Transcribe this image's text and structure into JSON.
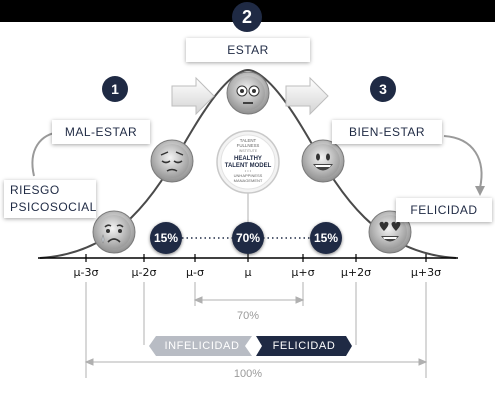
{
  "top_number": "2",
  "step_numbers": [
    "1",
    "3"
  ],
  "labels": {
    "estar": "ESTAR",
    "mal_estar": "MAL-ESTAR",
    "bien_estar": "BIEN-ESTAR",
    "riesgo": "RIESGO\nPSICOSOCIAL",
    "felicidad_right": "FELICIDAD"
  },
  "logo_text": {
    "line1": "TALENT",
    "line2": "FULLNESS",
    "line3": "INSTITUTE",
    "line4": "HEALTHY",
    "line5": "TALENT MODEL",
    "line6": "UNHAPPINESS",
    "line7": "MANAGEMENT"
  },
  "percent_markers": [
    "15%",
    "70%",
    "15%"
  ],
  "axis_labels": [
    "μ-3σ",
    "μ-2σ",
    "μ-σ",
    "μ",
    "μ+σ",
    "μ+2σ",
    "μ+3σ"
  ],
  "range_70": "70%",
  "range_100": "100%",
  "band_left": "INFELICIDAD",
  "band_right": "FELICIDAD",
  "faces": [
    "crying-face",
    "pensive-face",
    "flushed-face",
    "grinning-face",
    "heart-eyes-face"
  ],
  "colors": {
    "navy": "#1f2a44",
    "gray_band": "#b8bcc4",
    "curve": "#4a4a4a",
    "light_gray": "#9a9a9a"
  }
}
